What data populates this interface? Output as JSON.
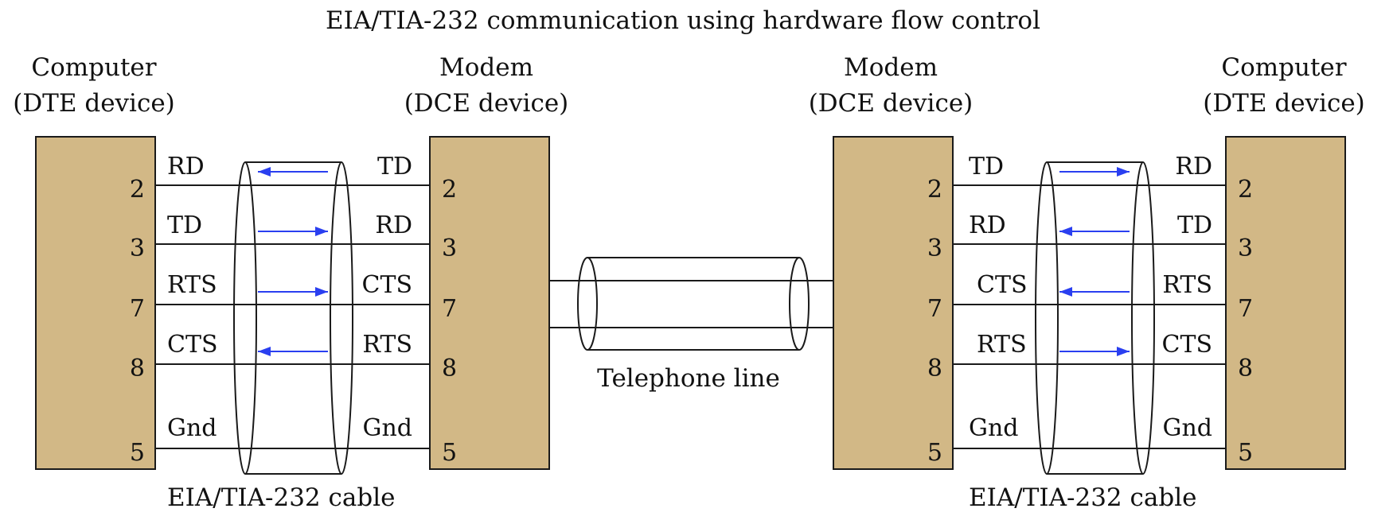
{
  "title": "EIA/TIA-232 communication using hardware flow control",
  "colors": {
    "device_fill": "#d2b886",
    "arrow": "#2a3ff0",
    "line": "#1a1a1a"
  },
  "devices": {
    "left_computer": {
      "line1": "Computer",
      "line2": "(DTE device)"
    },
    "left_modem": {
      "line1": "Modem",
      "line2": "(DCE device)"
    },
    "right_modem": {
      "line1": "Modem",
      "line2": "(DCE device)"
    },
    "right_computer": {
      "line1": "Computer",
      "line2": "(DTE device)"
    }
  },
  "pins": [
    "2",
    "3",
    "7",
    "8",
    "5"
  ],
  "left_link": {
    "dte_signals": [
      "RD",
      "TD",
      "RTS",
      "CTS",
      "Gnd"
    ],
    "dce_signals": [
      "TD",
      "RD",
      "CTS",
      "RTS",
      "Gnd"
    ],
    "arrow_directions": [
      "left",
      "right",
      "right",
      "left"
    ]
  },
  "right_link": {
    "dce_signals": [
      "TD",
      "RD",
      "CTS",
      "RTS",
      "Gnd"
    ],
    "dte_signals": [
      "RD",
      "TD",
      "RTS",
      "CTS",
      "Gnd"
    ],
    "arrow_directions": [
      "right",
      "left",
      "left",
      "right"
    ]
  },
  "cable_label": "EIA/TIA-232 cable",
  "telephone_label": "Telephone line"
}
